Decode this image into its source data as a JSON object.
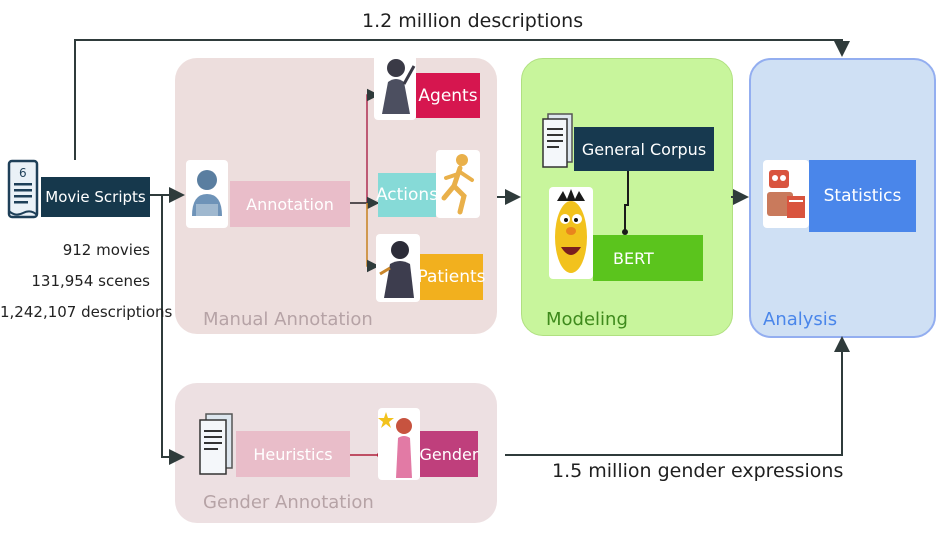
{
  "top_caption": "1.2 million descriptions",
  "bottom_caption": "1.5 million gender expressions",
  "source": {
    "label": "Movie Scripts",
    "icon": "document-icon",
    "stats": [
      "912 movies",
      "131,954 scenes",
      "1,242,107 descriptions"
    ]
  },
  "manual_annotation": {
    "title": "Manual Annotation",
    "annotation_label": "Annotation",
    "agents_label": "Agents",
    "actions_label": "Actions",
    "patients_label": "Patients"
  },
  "modeling": {
    "title": "Modeling",
    "corpus_label": "General Corpus",
    "bert_label": "BERT"
  },
  "analysis": {
    "title": "Analysis",
    "statistics_label": "Statistics"
  },
  "gender_annotation": {
    "title": "Gender Annotation",
    "heuristics_label": "Heuristics",
    "gender_label": "Gender"
  },
  "colors": {
    "manual_panel": "#eddedd",
    "modeling_panel": "#c8f59c",
    "analysis_panel": "#cfe0f4",
    "gender_panel": "#ede0e2",
    "movie_box": "#16384c",
    "agents_box": "#d6164f",
    "actions_box": "#86dad7",
    "patients_box": "#f2b01e",
    "corpus_box": "#17394f",
    "bert_box": "#5bc41d",
    "statistics_box": "#4a86ea",
    "gender_box": "#bf3f7c",
    "annotation_box": "#e9bdc9",
    "heuristics_box": "#e9bdc9",
    "line": "#2f3b3b"
  }
}
